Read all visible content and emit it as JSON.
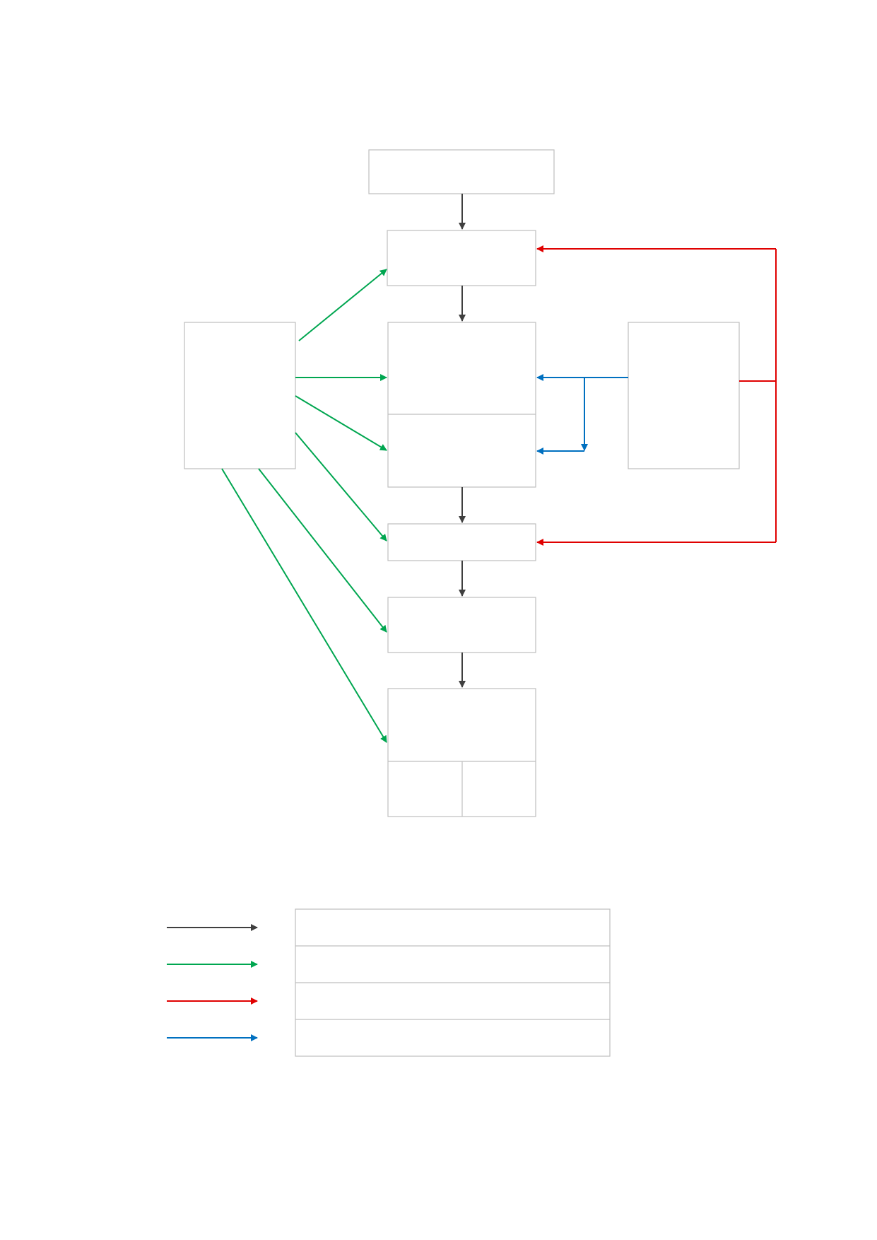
{
  "colors": {
    "background": "#ffffff",
    "box_border": "#bfbfbf",
    "main_flow": "#3f3f3f",
    "green_flow": "#00a650",
    "red_flow": "#e00000",
    "blue_flow": "#0070c0"
  },
  "boxes": [
    "top-box",
    "step-1-box",
    "step-2-box",
    "step-3-box",
    "step-4-box",
    "step-5-box",
    "step-6-box",
    "left-source-box",
    "right-source-box"
  ],
  "legend": {
    "rows": [
      {
        "arrow_color": "#3f3f3f",
        "label": ""
      },
      {
        "arrow_color": "#00a650",
        "label": ""
      },
      {
        "arrow_color": "#e00000",
        "label": ""
      },
      {
        "arrow_color": "#0070c0",
        "label": ""
      }
    ]
  }
}
